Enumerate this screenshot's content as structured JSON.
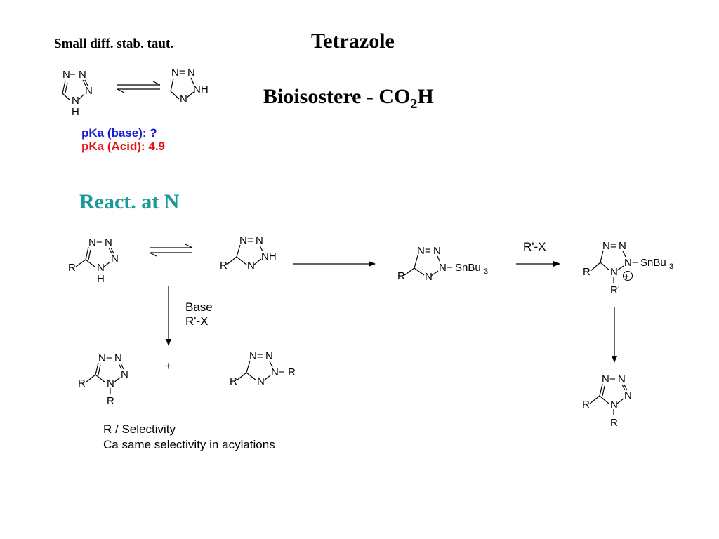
{
  "header": {
    "title": "Tetrazole",
    "note": "Small diff. stab. taut.",
    "bioisostere_prefix": "Bioisostere - CO",
    "bioisostere_sub": "2",
    "bioisostere_suffix": "H"
  },
  "pka": {
    "base": "pKa (base): ?",
    "acid": "pKa (Acid): 4.9",
    "base_color": "#1a1ad4",
    "acid_color": "#e01818"
  },
  "section": {
    "title": "React. at N",
    "color": "#1a9a9a"
  },
  "arrows": {
    "base_label_1": "Base",
    "base_label_2": "R'-X",
    "alkylation_label": "R'-X",
    "plus": "+"
  },
  "atoms": {
    "n": "N",
    "h": "H",
    "nh": "NH",
    "r": "R",
    "r_prime": "R'",
    "snbu": "SnBu",
    "snbu_sub": "3",
    "dash": "−",
    "double": "=",
    "oplus": "+"
  },
  "notes": {
    "line1": "R / Selectivity",
    "line2": "Ca same selectivity in acylations"
  }
}
